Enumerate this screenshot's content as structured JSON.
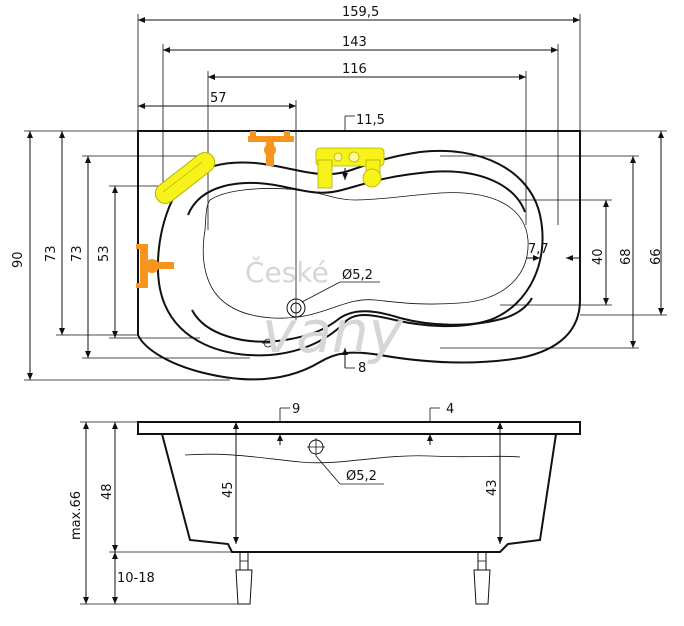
{
  "top_view": {
    "dim_total_length": "159,5",
    "dim_inner_length": "143",
    "dim_basin_length": "116",
    "dim_offset": "57",
    "dim_rim_top": "11,5",
    "dim_total_width": "90",
    "dim_width_left_outer": "73",
    "dim_width_left_inner": "73",
    "dim_width_left_basin": "53",
    "dim_right_rim": "7,7",
    "dim_right_basin": "40",
    "dim_right_inner": "68",
    "dim_right_outer": "66",
    "dim_drain": "Ø5,2",
    "dim_rim_bottom": "8"
  },
  "side_view": {
    "dim_rim_left": "9",
    "dim_rim_right": "4",
    "dim_drain": "Ø5,2",
    "dim_depth_left": "45",
    "dim_depth_right": "43",
    "dim_height": "48",
    "dim_max_height": "max.66",
    "dim_feet": "10-18"
  },
  "watermark": {
    "line1": "České",
    "line2": "vany"
  },
  "colors": {
    "line": "#111111",
    "faucet_orange": "#f7941d",
    "fixture_yellow": "#f7f21a",
    "watermark": "#d6d6d6"
  }
}
